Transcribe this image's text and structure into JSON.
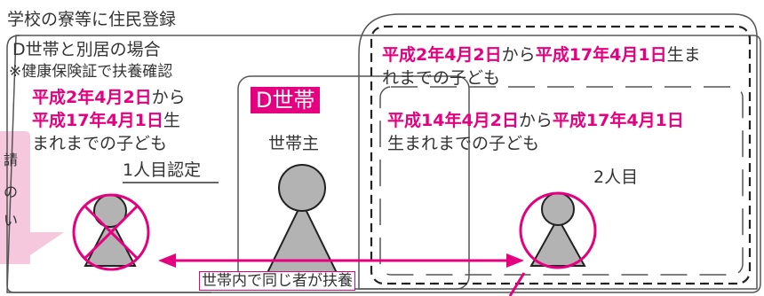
{
  "top_label": "学校の寮等に住民登録",
  "left_box": {
    "heading": "D世帯と別居の場合",
    "note": "※健康保険証で扶養確認",
    "range_start": "平成2年4月2日",
    "kara": "から",
    "range_end": "平成17年4月1日",
    "suffix1": "生",
    "suffix2": "まれまでの子ども",
    "certified": "1人目認定"
  },
  "callout": {
    "line1": "請",
    "line2": "の",
    "line3": "い"
  },
  "center": {
    "household_badge": "D世帯",
    "head_label": "世帯主"
  },
  "outer_box": {
    "range_start": "平成2年4月2日",
    "kara": "から",
    "range_end": "平成17年4月1日",
    "suffix_a": "生ま",
    "suffix_b": "れまでの子ども"
  },
  "inner_box": {
    "range_start": "平成14年4月2日",
    "kara": "から",
    "range_end": "平成17年4月1日",
    "suffix": "生まれまでの子ども",
    "child_label": "2人目"
  },
  "bottom_label": "世帯内で同じ者が扶養",
  "colors": {
    "accent": "#e4007f",
    "callout": "#f6c8dd",
    "figure": "#b3b3b3"
  }
}
